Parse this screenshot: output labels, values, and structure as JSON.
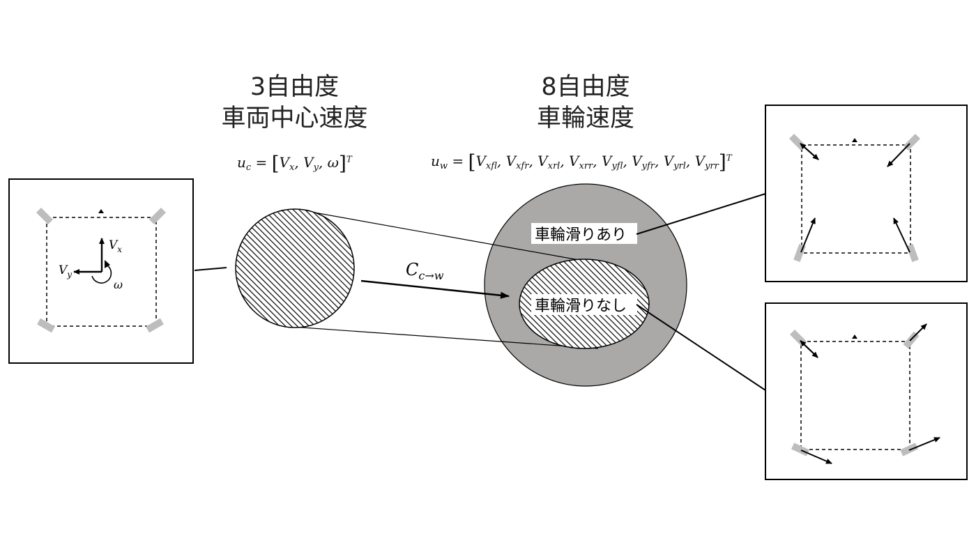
{
  "left_title": {
    "line1": "3自由度",
    "line2": "車両中心速度"
  },
  "right_title": {
    "line1": "8自由度",
    "line2": "車輪速度"
  },
  "eq_c": {
    "lhs": "u",
    "lhs_sub": "c",
    "rhs": "[V_x, V_y, ω]^T"
  },
  "eq_w": {
    "lhs": "u",
    "lhs_sub": "w",
    "rhs": "[V_xfl, V_xfr, V_xrl, V_xrr, V_yfl, V_yfr, V_yrl, V_yrr]^T"
  },
  "map_label": {
    "main": "C",
    "sub": "c→w"
  },
  "slip_yes": "車輪滑りあり",
  "slip_no": "車輪滑りなし",
  "vehicle_labels": {
    "vx": "V",
    "vx_sub": "x",
    "vy": "V",
    "vy_sub": "y",
    "omega": "ω"
  },
  "colors": {
    "outer_circle": "#aba8a8",
    "wheel": "#bdbdbd",
    "line": "#000000"
  }
}
